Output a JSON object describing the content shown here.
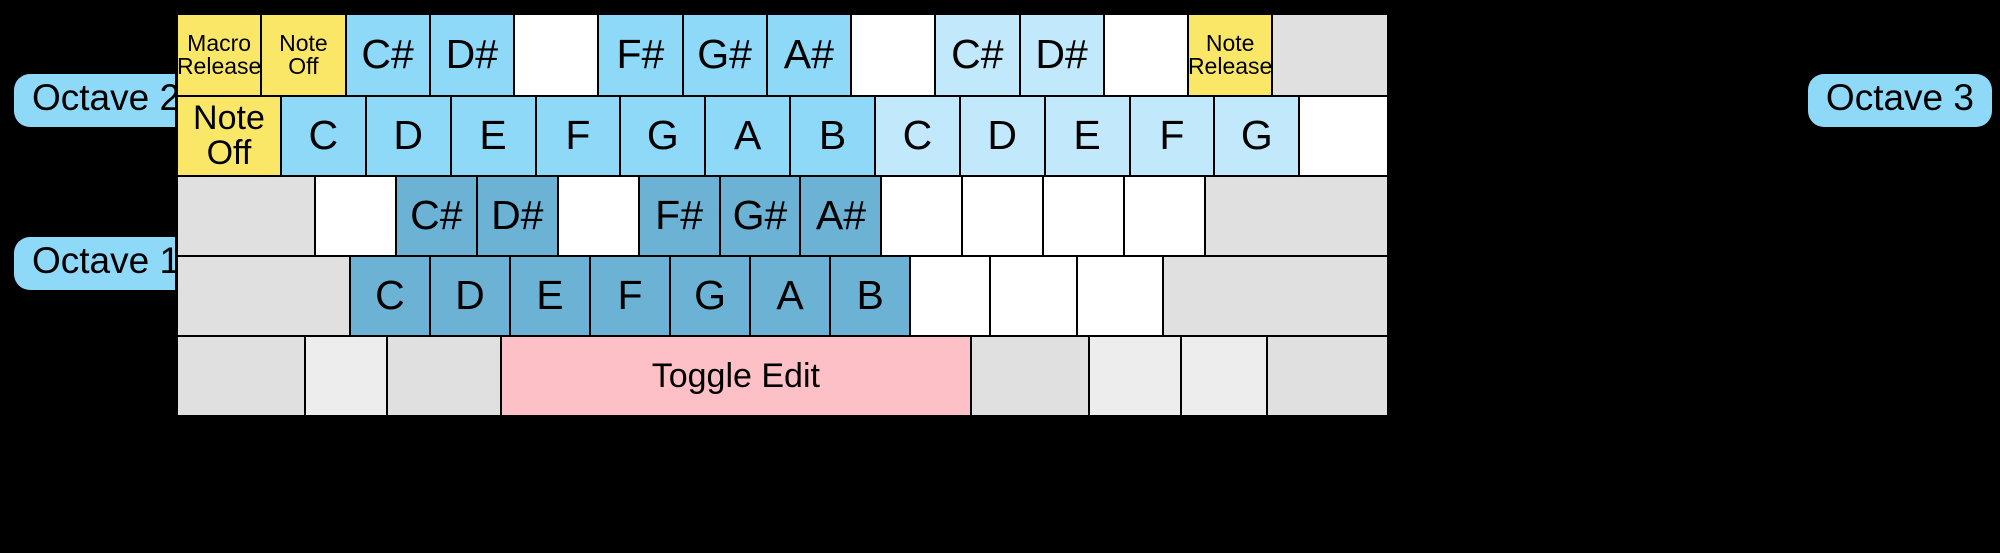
{
  "labels": {
    "octave_left_top": "Octave 2",
    "octave_left_bottom": "Octave 1",
    "octave_right": "Octave 3"
  },
  "colors": {
    "background": "#000000",
    "key_default": "#ffffff",
    "key_grey": "#e0e0e0",
    "key_grey_light": "#ededed",
    "special_yellow": "#fbe767",
    "octave2_sharp": "#8ed8f8",
    "octave2_natural": "#8ed8f8",
    "octave3_key": "#c2e9fb",
    "octave1_key": "#6cb2d4",
    "toggle_edit_pink": "#fcc0c6",
    "pill_background": "#8ed8f8",
    "outline": "#000000"
  },
  "keyboard": {
    "rows": [
      {
        "name": "number-row",
        "keys": [
          {
            "label": "Macro\nRelease",
            "color": "yellow",
            "size": 1,
            "text": "two"
          },
          {
            "label": "Note\nOff",
            "color": "yellow",
            "size": 1,
            "text": "two"
          },
          {
            "label": "C#",
            "color": "sky",
            "size": 1,
            "text": "big"
          },
          {
            "label": "D#",
            "color": "sky",
            "size": 1,
            "text": "big"
          },
          {
            "label": "",
            "color": "white",
            "size": 1,
            "text": "big"
          },
          {
            "label": "F#",
            "color": "sky",
            "size": 1,
            "text": "big"
          },
          {
            "label": "G#",
            "color": "sky",
            "size": 1,
            "text": "big"
          },
          {
            "label": "A#",
            "color": "sky",
            "size": 1,
            "text": "big"
          },
          {
            "label": "",
            "color": "white",
            "size": 1,
            "text": "big"
          },
          {
            "label": "C#",
            "color": "palesky",
            "size": 1,
            "text": "big"
          },
          {
            "label": "D#",
            "color": "palesky",
            "size": 1,
            "text": "big"
          },
          {
            "label": "",
            "color": "white",
            "size": 1,
            "text": "big"
          },
          {
            "label": "Note\nRelease",
            "color": "yellow",
            "size": 1,
            "text": "two"
          },
          {
            "label": "",
            "color": "grey",
            "size": 1.35,
            "text": "big"
          }
        ]
      },
      {
        "name": "qwerty-row",
        "keys": [
          {
            "label": "Note\nOff",
            "color": "yellow",
            "size": 1.2,
            "text": "noteoff"
          },
          {
            "label": "C",
            "color": "sky",
            "size": 0.98,
            "text": "big"
          },
          {
            "label": "D",
            "color": "sky",
            "size": 0.98,
            "text": "big"
          },
          {
            "label": "E",
            "color": "sky",
            "size": 0.98,
            "text": "big"
          },
          {
            "label": "F",
            "color": "sky",
            "size": 0.98,
            "text": "big"
          },
          {
            "label": "G",
            "color": "sky",
            "size": 0.98,
            "text": "big"
          },
          {
            "label": "A",
            "color": "sky",
            "size": 0.98,
            "text": "big"
          },
          {
            "label": "B",
            "color": "sky",
            "size": 0.98,
            "text": "big"
          },
          {
            "label": "C",
            "color": "palesky",
            "size": 0.98,
            "text": "big"
          },
          {
            "label": "D",
            "color": "palesky",
            "size": 0.98,
            "text": "big"
          },
          {
            "label": "E",
            "color": "palesky",
            "size": 0.98,
            "text": "big"
          },
          {
            "label": "F",
            "color": "palesky",
            "size": 0.98,
            "text": "big"
          },
          {
            "label": "G",
            "color": "palesky",
            "size": 0.98,
            "text": "big"
          },
          {
            "label": "",
            "color": "white",
            "size": 1.0,
            "text": "big"
          }
        ]
      },
      {
        "name": "asdf-row",
        "keys": [
          {
            "label": "",
            "color": "grey",
            "size": 1.45,
            "text": "big"
          },
          {
            "label": "",
            "color": "white",
            "size": 0.85,
            "text": "big"
          },
          {
            "label": "C#",
            "color": "steel",
            "size": 0.85,
            "text": "big"
          },
          {
            "label": "D#",
            "color": "steel",
            "size": 0.85,
            "text": "big"
          },
          {
            "label": "",
            "color": "white",
            "size": 0.85,
            "text": "big"
          },
          {
            "label": "F#",
            "color": "steel",
            "size": 0.85,
            "text": "big"
          },
          {
            "label": "G#",
            "color": "steel",
            "size": 0.85,
            "text": "big"
          },
          {
            "label": "A#",
            "color": "steel",
            "size": 0.85,
            "text": "big"
          },
          {
            "label": "",
            "color": "white",
            "size": 0.85,
            "text": "big"
          },
          {
            "label": "",
            "color": "white",
            "size": 0.85,
            "text": "big"
          },
          {
            "label": "",
            "color": "white",
            "size": 0.85,
            "text": "big"
          },
          {
            "label": "",
            "color": "white",
            "size": 0.85,
            "text": "big"
          },
          {
            "label": "",
            "color": "grey",
            "size": 1.9,
            "text": "big"
          }
        ]
      },
      {
        "name": "zxcv-row",
        "keys": [
          {
            "label": "",
            "color": "grey",
            "size": 1.9,
            "text": "big"
          },
          {
            "label": "C",
            "color": "steel",
            "size": 0.88,
            "text": "big"
          },
          {
            "label": "D",
            "color": "steel",
            "size": 0.88,
            "text": "big"
          },
          {
            "label": "E",
            "color": "steel",
            "size": 0.88,
            "text": "big"
          },
          {
            "label": "F",
            "color": "steel",
            "size": 0.88,
            "text": "big"
          },
          {
            "label": "G",
            "color": "steel",
            "size": 0.88,
            "text": "big"
          },
          {
            "label": "A",
            "color": "steel",
            "size": 0.88,
            "text": "big"
          },
          {
            "label": "B",
            "color": "steel",
            "size": 0.88,
            "text": "big"
          },
          {
            "label": "",
            "color": "white",
            "size": 0.88,
            "text": "big"
          },
          {
            "label": "",
            "color": "white",
            "size": 0.95,
            "text": "big"
          },
          {
            "label": "",
            "color": "white",
            "size": 0.95,
            "text": "big"
          },
          {
            "label": "",
            "color": "grey",
            "size": 2.45,
            "text": "big"
          }
        ]
      },
      {
        "name": "space-row",
        "keys": [
          {
            "label": "",
            "color": "grey",
            "size": 1.4,
            "text": "big"
          },
          {
            "label": "",
            "color": "grey2",
            "size": 0.9,
            "text": "big"
          },
          {
            "label": "",
            "color": "grey",
            "size": 1.25,
            "text": "big"
          },
          {
            "label": "Toggle Edit",
            "color": "pink",
            "size": 5.15,
            "text": "mid"
          },
          {
            "label": "",
            "color": "grey",
            "size": 1.3,
            "text": "big"
          },
          {
            "label": "",
            "color": "grey2",
            "size": 1.0,
            "text": "big"
          },
          {
            "label": "",
            "color": "grey2",
            "size": 0.95,
            "text": "big"
          },
          {
            "label": "",
            "color": "grey",
            "size": 1.3,
            "text": "big"
          }
        ]
      }
    ]
  }
}
